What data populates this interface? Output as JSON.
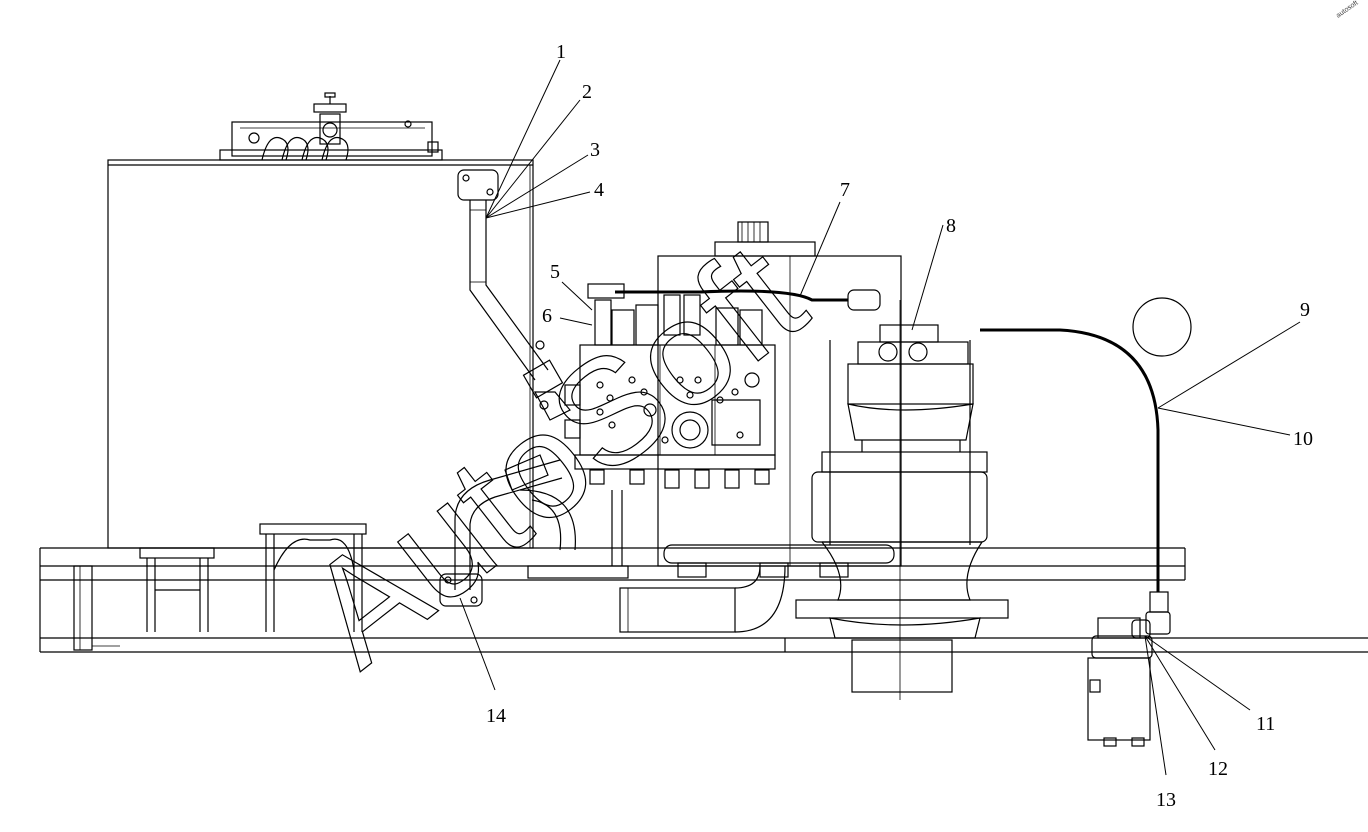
{
  "callouts": [
    {
      "id": "1",
      "label": "1"
    },
    {
      "id": "2",
      "label": "2"
    },
    {
      "id": "3",
      "label": "3"
    },
    {
      "id": "4",
      "label": "4"
    },
    {
      "id": "5",
      "label": "5"
    },
    {
      "id": "6",
      "label": "6"
    },
    {
      "id": "7",
      "label": "7"
    },
    {
      "id": "8",
      "label": "8"
    },
    {
      "id": "9",
      "label": "9"
    },
    {
      "id": "10",
      "label": "10"
    },
    {
      "id": "11",
      "label": "11"
    },
    {
      "id": "12",
      "label": "12"
    },
    {
      "id": "13",
      "label": "13"
    },
    {
      "id": "14",
      "label": "14"
    }
  ],
  "watermark": {
    "text": "AutoSoft",
    "logo": "circle-mark"
  },
  "corner_mark": {
    "text": "autosoft"
  },
  "colors": {
    "line": "#000000",
    "background": "#ffffff"
  }
}
